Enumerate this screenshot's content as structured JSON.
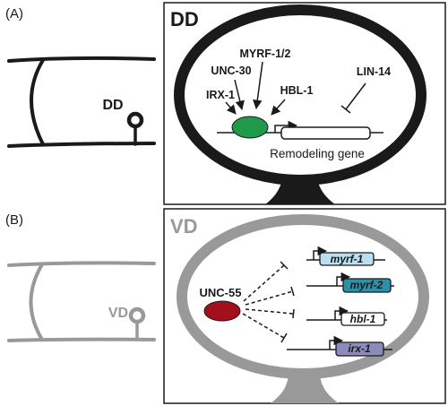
{
  "panel_a": {
    "tag": "(A)",
    "cell_label": "DD",
    "box_title": "DD",
    "factors": {
      "myrf": "MYRF-1/2",
      "unc30": "UNC-30",
      "irx": "IRX-1",
      "hbl": "HBL-1",
      "lin14": "LIN-14"
    },
    "gene_label": "Remodeling gene"
  },
  "panel_b": {
    "tag": "(B)",
    "cell_label": "VD",
    "box_title": "VD",
    "repressor": "UNC-55",
    "targets": [
      "myrf-1",
      "myrf-2",
      "hbl-1",
      "irx-1"
    ]
  },
  "colors": {
    "dark": "#1a1a1a",
    "gray": "#999999",
    "green": "#1f9a4a",
    "red": "#a3101c",
    "myrf1_box": "#b9dff0",
    "myrf2_box": "#2f8fa6",
    "hbl1_box": "#ffffff",
    "irx1_box": "#8c8bbd"
  }
}
